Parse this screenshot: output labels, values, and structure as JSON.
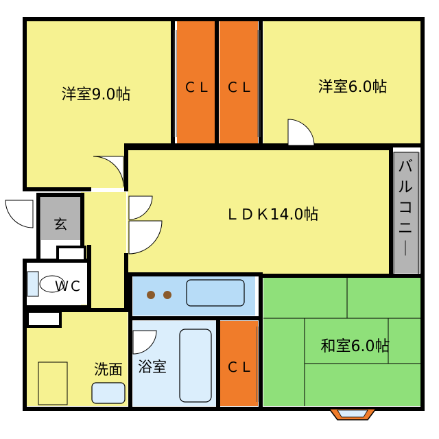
{
  "rooms": {
    "western_room_1": "洋室9.0帖",
    "western_room_2": "洋室6.0帖",
    "closet_1": "ＣＬ",
    "closet_2": "ＣＬ",
    "closet_3": "ＣＬ",
    "ldk": "ＬＤＫ14.0帖",
    "balcony": "バルコニー",
    "entrance": "玄",
    "toilet": "ＷＣ",
    "washroom": "洗面",
    "bathroom": "浴室",
    "japanese_room": "和室6.0帖"
  },
  "colors": {
    "western_room": "#f6f291",
    "closet": "#f07c2a",
    "ldk": "#f6f291",
    "balcony": "#b4b4b4",
    "entrance": "#b4b4b4",
    "toilet": "#ffffff",
    "washroom": "#f6f291",
    "bathroom": "#dbeefc",
    "kitchen": "#b7dcf7",
    "japanese_room": "#8fe07a",
    "wall": "#000000"
  }
}
